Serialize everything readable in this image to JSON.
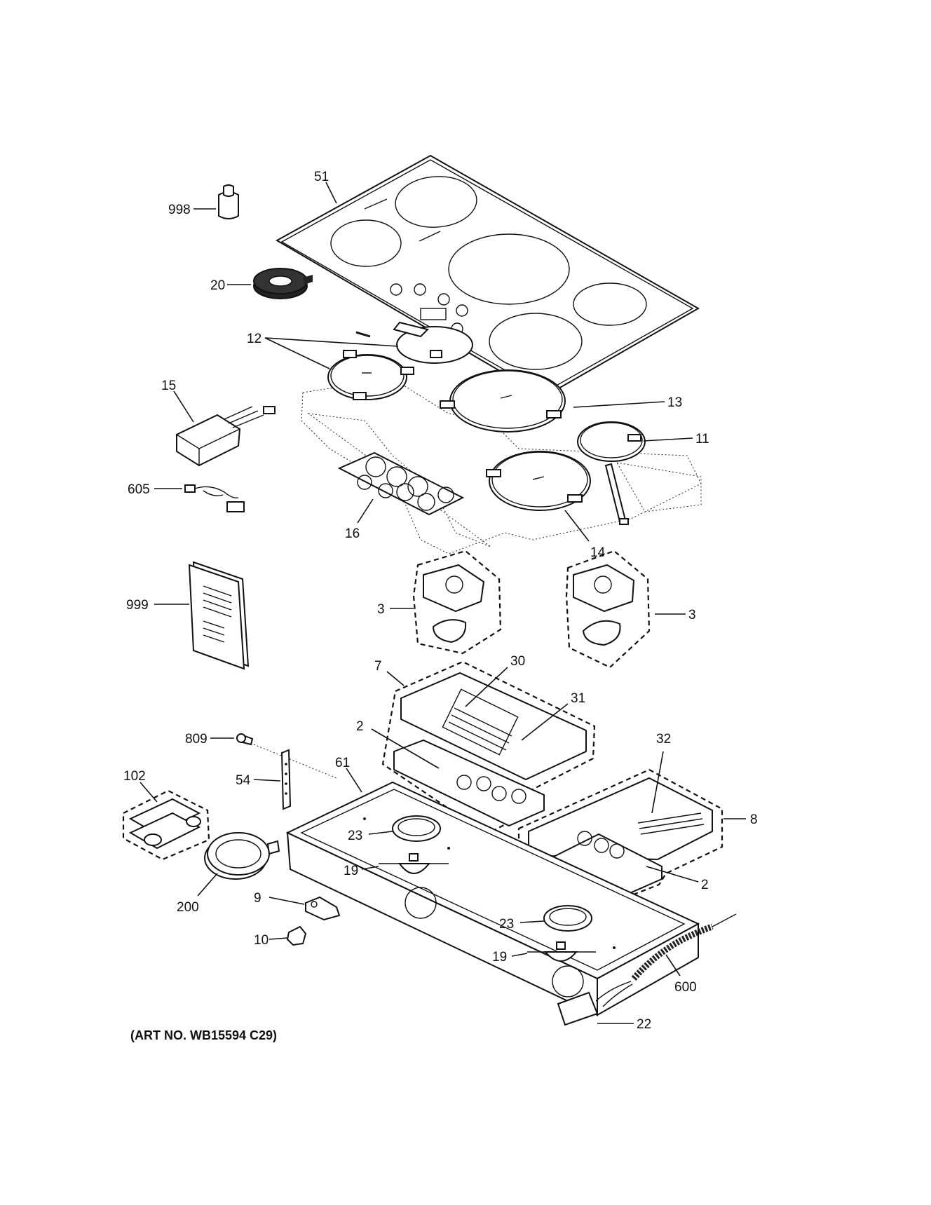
{
  "art_number": "(ART NO. WB15594 C29)",
  "callouts": {
    "c998": "998",
    "c51": "51",
    "c20": "20",
    "c12": "12",
    "c15": "15",
    "c13": "13",
    "c11": "11",
    "c605": "605",
    "c16": "16",
    "c14": "14",
    "c999": "999",
    "c3a": "3",
    "c3b": "3",
    "c7": "7",
    "c30": "30",
    "c31": "31",
    "c2a": "2",
    "c809": "809",
    "c61": "61",
    "c102": "102",
    "c54": "54",
    "c32": "32",
    "c8": "8",
    "c23a": "23",
    "c19a": "19",
    "c200": "200",
    "c9": "9",
    "c2b": "2",
    "c23b": "23",
    "c10": "10",
    "c19b": "19",
    "c600": "600",
    "c22": "22"
  }
}
